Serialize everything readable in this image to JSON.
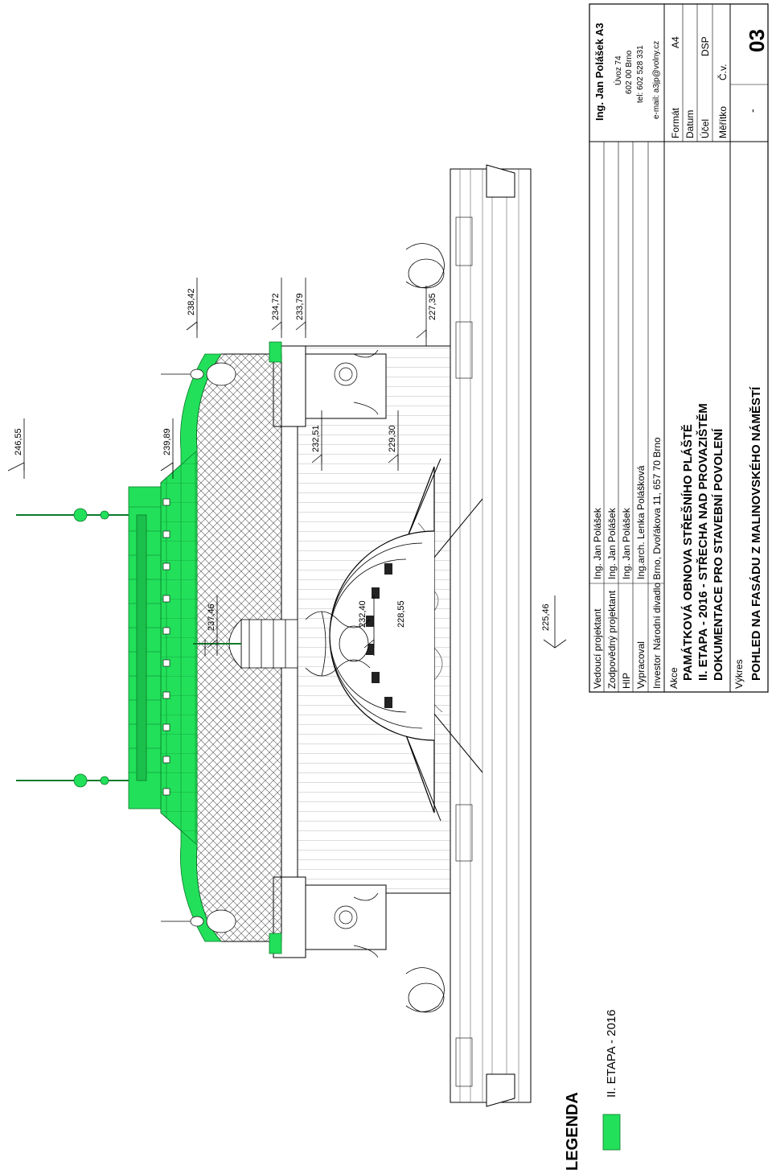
{
  "legend": {
    "title": "LEGENDA",
    "items": [
      {
        "label": "II. ETAPA - 2016",
        "color": "#22e05a"
      }
    ]
  },
  "elevations": [
    {
      "label": "246,55"
    },
    {
      "label": "239,89"
    },
    {
      "label": "238,42"
    },
    {
      "label": "237,46"
    },
    {
      "label": "234,72"
    },
    {
      "label": "233,79"
    },
    {
      "label": "232,51"
    },
    {
      "label": "232,40"
    },
    {
      "label": "229,30"
    },
    {
      "label": "228,55"
    },
    {
      "label": "227,35"
    },
    {
      "label": "225,46"
    }
  ],
  "title_block": {
    "rows": [
      {
        "role": "Vedoucí projektant",
        "name": "Ing. Jan Polášek"
      },
      {
        "role": "Zodpovědný projektant",
        "name": "Ing. Jan Polášek"
      },
      {
        "role": "HIP",
        "name": "Ing. Jan Polášek"
      },
      {
        "role": "Vypracoval",
        "name": "Ing.arch. Lenka Polášková"
      }
    ],
    "investor_label": "Investor",
    "investor": "Národní divadlo Brno, Dvořákova 11, 657 70 Brno",
    "akce_label": "Akce",
    "akce_lines": [
      "PAMÁTKOVÁ OBNOVA STŘEŠNÍHO PLÁŠTĚ",
      "II. ETAPA - 2016 - STŘECHA NAD PROVAZIŠTĚM",
      "DOKUMENTACE PRO STAVEBNÍ POVOLENÍ"
    ],
    "vykres_label": "Výkres",
    "vykres": "POHLED NA FASÁDU Z MALINOVSKÉHO NÁMĚSTÍ",
    "company": {
      "name": "Ing. Jan Polášek A3",
      "address": "Úvoz 74",
      "city": "602 00 Brno",
      "phone": "tel: 602 528 331",
      "email": "e-mail: a3jp@volny.cz"
    },
    "format_label": "Formát",
    "format_value": "A4",
    "datum_label": "Datum",
    "datum_value": "",
    "ucel_label": "Účel",
    "ucel_value": "DSP",
    "meritko_label": "Měřítko",
    "meritko_value": "-",
    "cv_label": "Č.v.",
    "cv_value": "03"
  }
}
